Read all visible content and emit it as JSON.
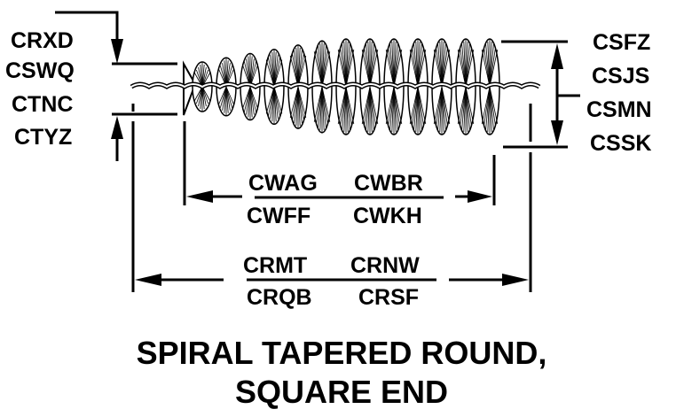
{
  "diagram": {
    "title_lines": [
      "SPIRAL TAPERED ROUND,",
      "SQUARE END"
    ],
    "left_labels": [
      "CRXD",
      "CSWQ",
      "CTNC",
      "CTYZ"
    ],
    "right_labels": [
      "CSFZ",
      "CSJS",
      "CSMN",
      "CSSK"
    ],
    "bristle_length": {
      "numerator": [
        "CWAG",
        "CWBR"
      ],
      "denominator": [
        "CWFF",
        "CWKH"
      ]
    },
    "overall_length": {
      "numerator": [
        "CRMT",
        "CRNW"
      ],
      "denominator": [
        "CRQB",
        "CRSF"
      ]
    },
    "colors": {
      "ink": "#000000",
      "background": "#ffffff"
    }
  }
}
